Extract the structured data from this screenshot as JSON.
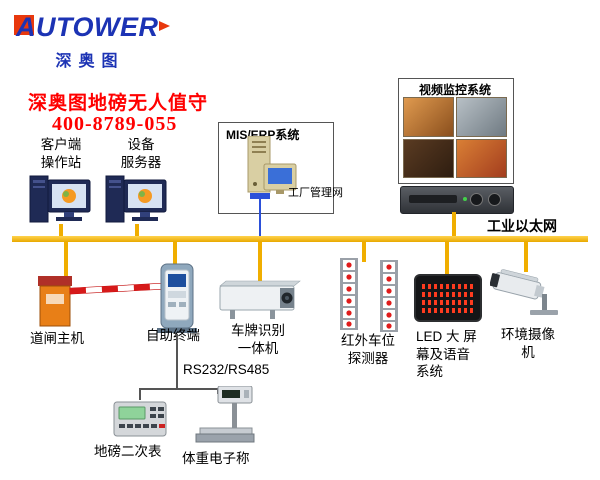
{
  "logo": {
    "brand": "AUTOWER",
    "subtitle": "深奥图"
  },
  "header": {
    "title": "深奥图地磅无人值守",
    "phone": "400-8789-055"
  },
  "servers": {
    "client_label": "客户端\n操作站",
    "device_label": "设备\n服务器"
  },
  "mis_box": {
    "title": "MIS/ERP系统",
    "network_label": "工厂管理网"
  },
  "video_box": {
    "title": "视频监控系统"
  },
  "bus": {
    "label": "工业以太网"
  },
  "devices": {
    "barrier": "道闸主机",
    "kiosk": "自助终端",
    "lpr": "车牌识别\n一体机",
    "infrared": "红外车位\n探测器",
    "led": "LED 大 屏\n幕及语音\n系统",
    "camera": "环境摄像\n机"
  },
  "sub_link": {
    "label": "RS232/RS485",
    "indicator": "地磅二次表",
    "scale": "体重电子称"
  },
  "colors": {
    "bus_yellow": "#f0ae00",
    "title_red": "#ff0000",
    "logo_blue": "#1c33b4",
    "logo_red": "#e8380d"
  }
}
